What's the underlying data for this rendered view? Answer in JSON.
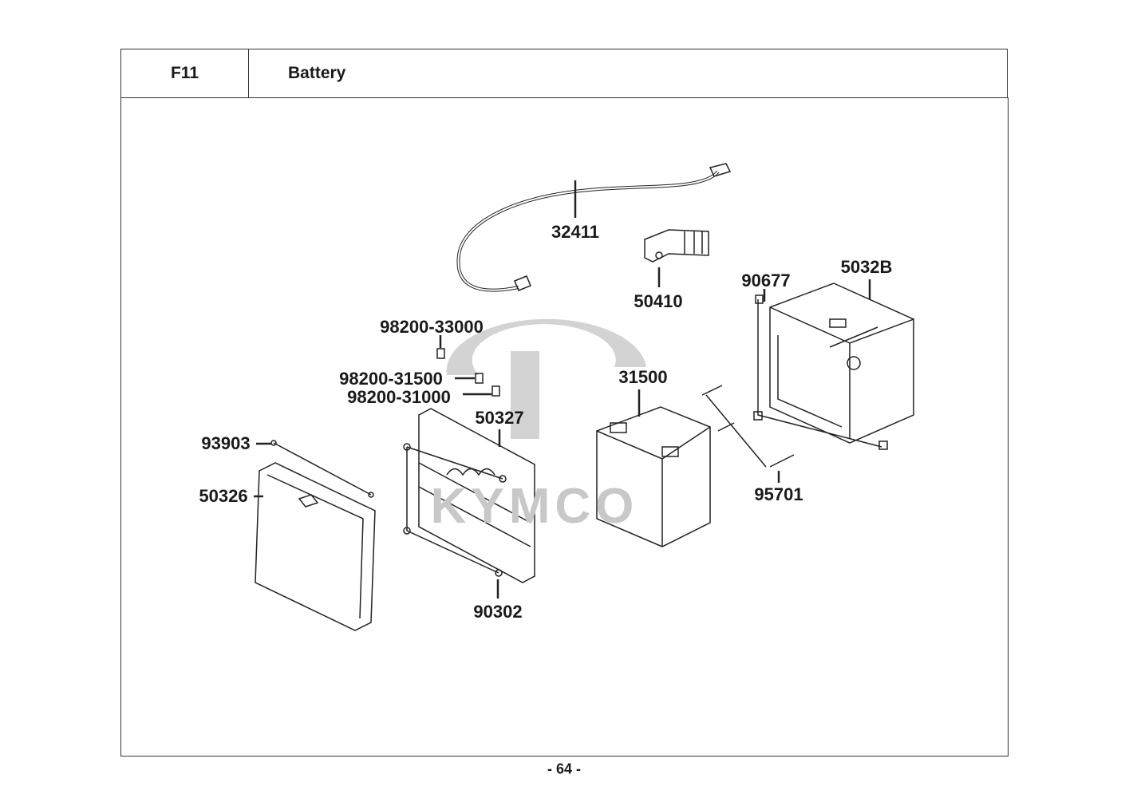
{
  "header": {
    "section_code": "F11",
    "section_title": "Battery"
  },
  "watermark": {
    "brand": "KYMCO"
  },
  "callouts": {
    "wire": "32411",
    "bracket": "50410",
    "battery_case": "5032B",
    "nut_case": "90677",
    "fuse_30a": "98200-33000",
    "fuse_15a": "98200-31500",
    "fuse_10a": "98200-31000",
    "battery": "31500",
    "holder": "50327",
    "screw_cover": "93903",
    "cover": "50326",
    "bolt": "95701",
    "screw_holder": "90302"
  },
  "footer": {
    "page_number": "- 64 -"
  }
}
